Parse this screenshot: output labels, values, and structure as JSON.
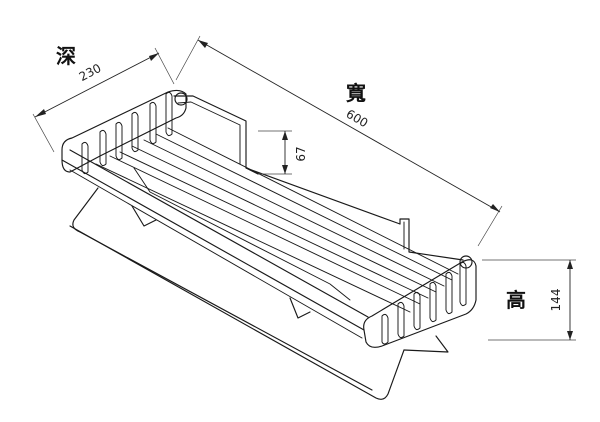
{
  "labels": {
    "depth_word": "深",
    "width_word": "寬",
    "height_word": "高"
  },
  "dimensions": {
    "depth": "230",
    "width": "600",
    "rail_height": "67",
    "height": "144"
  }
}
